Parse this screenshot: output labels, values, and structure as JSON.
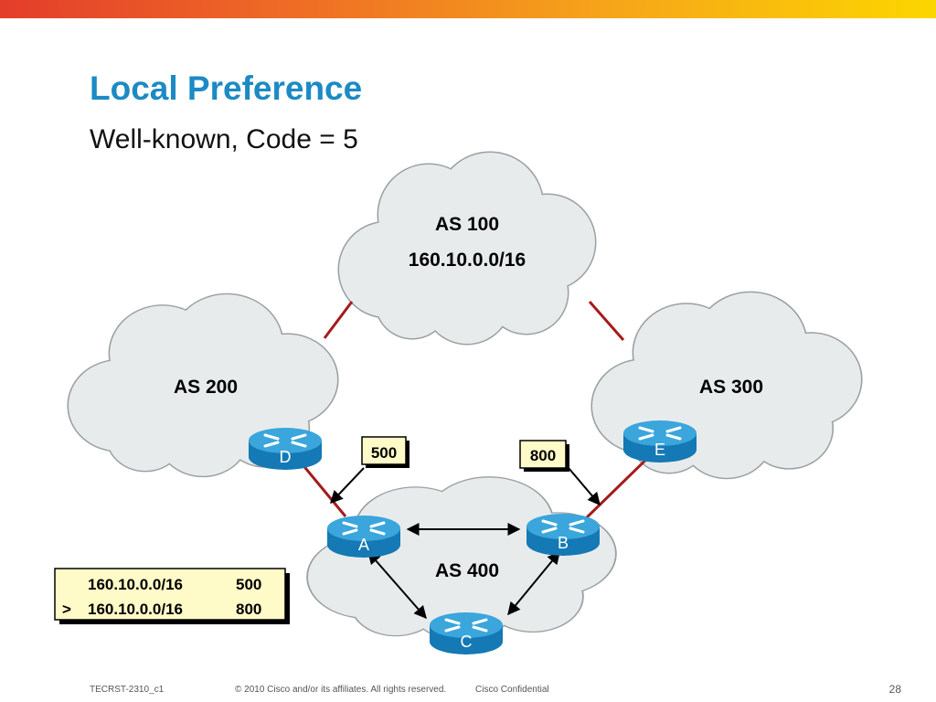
{
  "slide": {
    "title": "Local Preference",
    "subtitle": "Well-known, Code = 5"
  },
  "clouds": {
    "as100": {
      "label": "AS 100",
      "prefix": "160.10.0.0/16"
    },
    "as200": {
      "label": "AS 200"
    },
    "as300": {
      "label": "AS 300"
    },
    "as400": {
      "label": "AS 400"
    }
  },
  "routers": {
    "a": {
      "label": "A"
    },
    "b": {
      "label": "B"
    },
    "c": {
      "label": "C"
    },
    "d": {
      "label": "D"
    },
    "e": {
      "label": "E"
    }
  },
  "callouts": {
    "pref_a": "500",
    "pref_b": "800"
  },
  "route_table": {
    "rows": [
      {
        "marker": "",
        "prefix": "160.10.0.0/16",
        "value": "500"
      },
      {
        "marker": ">",
        "prefix": "160.10.0.0/16",
        "value": "800"
      }
    ]
  },
  "footer": {
    "code": "TECRST-2310_c1",
    "copyright": "© 2010 Cisco and/or its affiliates. All rights reserved.",
    "confidential": "Cisco Confidential",
    "page": "28"
  },
  "colors": {
    "accent": "#1c8ac4",
    "router": "#1d8fcb",
    "cloud": "#e8ebec",
    "link": "#a51b1b",
    "callout": "#fffbc8"
  }
}
